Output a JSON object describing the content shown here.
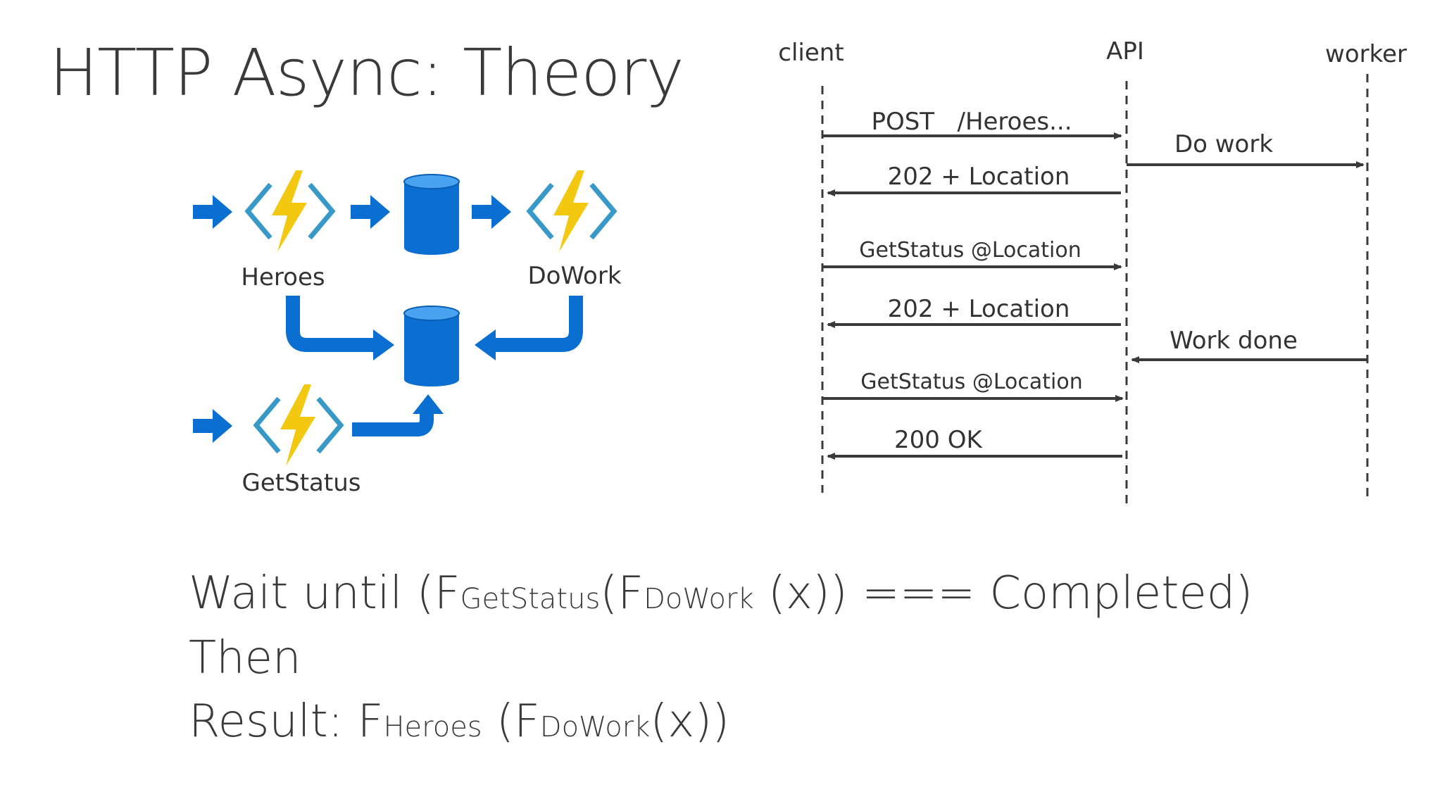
{
  "slide": {
    "title": "HTTP Async: Theory"
  },
  "colors": {
    "accent_blue": "#0a6fd1",
    "cylinder_top": "#4aa3f0",
    "bolt_yellow": "#f2c811",
    "bracket_blue": "#3999c6",
    "line_dark": "#3a3a3a"
  },
  "architecture": {
    "functions": [
      {
        "label": "Heroes",
        "icon": "function-bolt-icon"
      },
      {
        "label": "DoWork",
        "icon": "function-bolt-icon"
      },
      {
        "label": "GetStatus",
        "icon": "function-bolt-icon"
      }
    ],
    "stores": [
      "database-icon",
      "database-icon"
    ]
  },
  "sequence": {
    "participants": [
      "client",
      "API",
      "worker"
    ],
    "messages": [
      {
        "from": "client",
        "to": "API",
        "label": "POST   /Heroes..."
      },
      {
        "from": "API",
        "to": "worker",
        "label": "Do work"
      },
      {
        "from": "API",
        "to": "client",
        "label": "202 + Location"
      },
      {
        "from": "client",
        "to": "API",
        "label": "GetStatus @Location"
      },
      {
        "from": "API",
        "to": "client",
        "label": "202 + Location"
      },
      {
        "from": "worker",
        "to": "API",
        "label": "Work done"
      },
      {
        "from": "client",
        "to": "API",
        "label": "GetStatus @Location"
      },
      {
        "from": "API",
        "to": "client",
        "label": "200 OK"
      }
    ]
  },
  "formula": {
    "line1": {
      "prefix": "Wait until (F",
      "sub1": "GetStatus",
      "mid": "(F",
      "sub2": "DoWork",
      "suffix": " (x)) === Completed)"
    },
    "line2": "Then",
    "line3": {
      "prefix": "Result: F",
      "sub1": "Heroes",
      "mid": " (F",
      "sub2": "DoWork",
      "suffix": "(x))"
    }
  }
}
